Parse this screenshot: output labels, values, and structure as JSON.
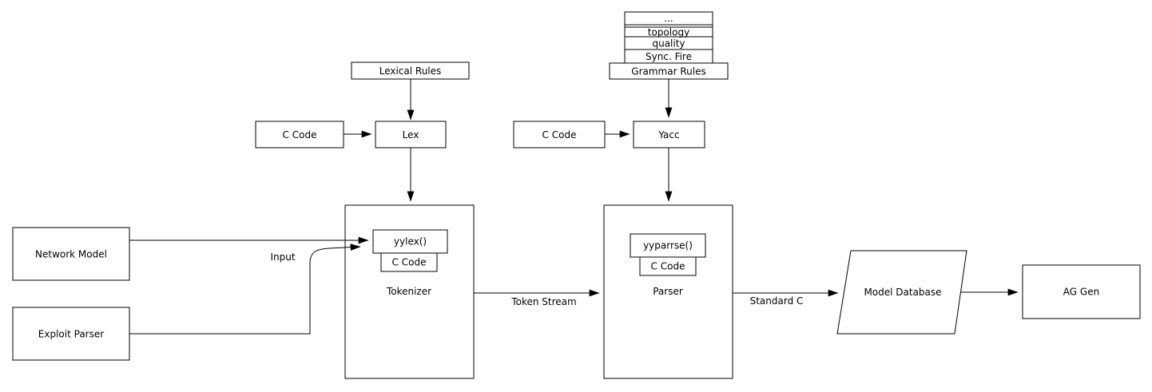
{
  "diagram": {
    "stack": {
      "rows": [
        "...",
        "topology",
        "quality",
        "Sync. Fire"
      ],
      "base_label": "Grammar Rules"
    },
    "nodes": {
      "lexical_rules": "Lexical Rules",
      "c_code_lex": "C Code",
      "lex": "Lex",
      "c_code_yacc": "C Code",
      "yacc": "Yacc",
      "network_model": "Network Model",
      "exploit_parser": "Exploit Parser",
      "tokenizer": "Tokenizer",
      "yylex": "yylex()",
      "yylex_c_code": "C Code",
      "parser": "Parser",
      "yyparse": "yyparrse()",
      "yyparse_c_code": "C Code",
      "model_database": "Model Database",
      "ag_gen": "AG Gen"
    },
    "edge_labels": {
      "input": "Input",
      "token_stream": "Token Stream",
      "standard_c": "Standard C"
    },
    "colors": {
      "highlight_fill": "#FFC30B",
      "stroke": "#000000",
      "background": "#FFFFFF"
    }
  }
}
